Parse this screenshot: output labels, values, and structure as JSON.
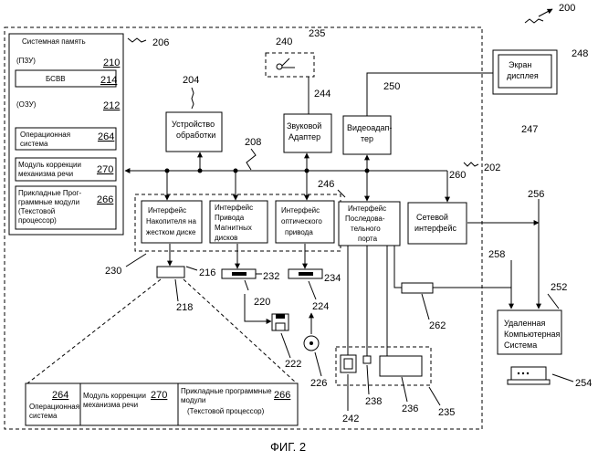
{
  "caption": "ФИГ. 2",
  "refs": {
    "r200": "200",
    "r202": "202",
    "r204": "204",
    "r206": "206",
    "r208": "208",
    "r210": "210",
    "r212": "212",
    "r214": "214",
    "r216": "216",
    "r218": "218",
    "r220": "220",
    "r222": "222",
    "r224": "224",
    "r226": "226",
    "r230": "230",
    "r232": "232",
    "r234": "234",
    "r235": "235",
    "r236": "236",
    "r238": "238",
    "r240": "240",
    "r242": "242",
    "r244": "244",
    "r246": "246",
    "r247": "247",
    "r248": "248",
    "r250": "250",
    "r252": "252",
    "r254": "254",
    "r256": "256",
    "r258": "258",
    "r260": "260",
    "r262": "262",
    "r264": "264",
    "r266": "266",
    "r270": "270"
  },
  "memory": {
    "title": "Системная память",
    "rom": "(ПЗУ)",
    "bios": "БСВВ",
    "ram": "(ОЗУ)",
    "os": [
      "Операционная",
      "система"
    ],
    "speech": [
      "Модуль коррекции",
      "механизма  речи"
    ],
    "apps": [
      "Прикладные Прог-",
      "граммные модули",
      "(Текстовой",
      "процессор)"
    ]
  },
  "blocks": {
    "cpu": [
      "Устройство",
      "обработки"
    ],
    "audio": [
      "Звуковой",
      "Адаптер"
    ],
    "video": [
      "Видеоадап-",
      "тер"
    ],
    "hdd": [
      "Интерфейс",
      "Накопителя на",
      "жестком диске"
    ],
    "mag": [
      "Интерфейс",
      "Привода",
      "Магнитных",
      "дисков"
    ],
    "opt": [
      "Интерфейс",
      "оптического",
      "привода"
    ],
    "serial": [
      "Интерфейс",
      "Последова-",
      "тельного",
      "порта"
    ],
    "net": [
      "Сетевой",
      "интерфейс"
    ],
    "display": [
      "Экран",
      "дисплея"
    ],
    "remote": [
      "Удаленная",
      "Компьютерная",
      "Система"
    ]
  },
  "detail": {
    "os": [
      "Операционная",
      "система"
    ],
    "speech": [
      "Модуль коррекции",
      "механизма  речи"
    ],
    "apps": [
      "Прикладные программные",
      "модули",
      "(Текстовой процессор)"
    ]
  }
}
